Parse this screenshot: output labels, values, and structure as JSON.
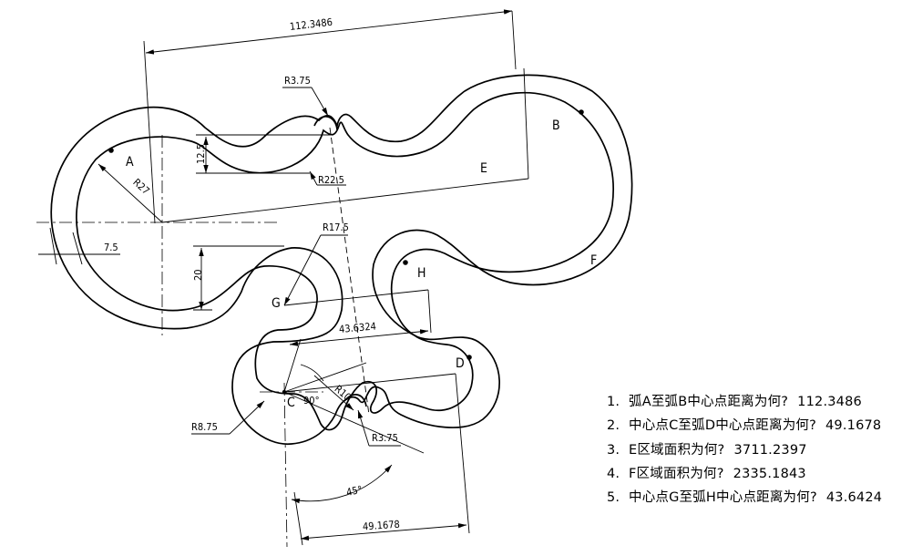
{
  "points": {
    "A": "A",
    "B": "B",
    "C": "C",
    "D": "D",
    "E": "E",
    "F": "F",
    "G": "G",
    "H": "H"
  },
  "dimensions": {
    "overall": "112.3486",
    "r_small_top": "R3.75",
    "h_12_5": "12.5",
    "r22_5": "R22.5",
    "r27": "R27",
    "w_7_5": "7.5",
    "r17_5": "R17.5",
    "h_20": "20",
    "gh": "43.6324",
    "angle_90": "90°",
    "r10": "R10",
    "r8_75": "R8.75",
    "r_small_bottom": "R3.75",
    "angle_45": "45°",
    "cd": "49.1678"
  },
  "questions": [
    {
      "num": "1.",
      "text": "弧A至弧B中心点距离为何?",
      "answer": "112.3486"
    },
    {
      "num": "2.",
      "text": "中心点C至弧D中心点距离为何?",
      "answer": "49.1678"
    },
    {
      "num": "3.",
      "text": "E区域面积为何?",
      "answer": "3711.2397"
    },
    {
      "num": "4.",
      "text": "F区域面积为何?",
      "answer": "2335.1843"
    },
    {
      "num": "5.",
      "text": "中心点G至弧H中心点距离为何?",
      "answer": "43.6424"
    }
  ]
}
